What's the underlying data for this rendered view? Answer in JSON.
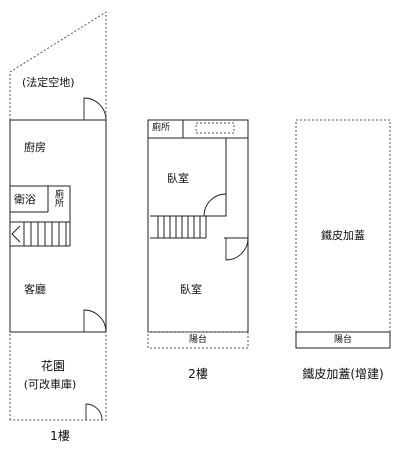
{
  "floor1": {
    "title": "1樓",
    "rooms": {
      "legal_open_space": "(法定空地)",
      "kitchen": "廚房",
      "bathroom": "衛浴",
      "toilet": "廁所",
      "living_room": "客廳",
      "garden_line1": "花園",
      "garden_line2": "(可改車庫)"
    }
  },
  "floor2": {
    "title": "2樓",
    "rooms": {
      "toilet": "廁所",
      "bedroom_front": "臥室",
      "bedroom_rear": "臥室",
      "balcony": "陽台"
    }
  },
  "floor3": {
    "title": "鐵皮加蓋(增建)",
    "rooms": {
      "iron_roof_room": "鐵皮加蓋",
      "balcony": "陽台"
    }
  },
  "colors": {
    "line": "#222222",
    "dashed": "#555555",
    "background": "#ffffff"
  }
}
